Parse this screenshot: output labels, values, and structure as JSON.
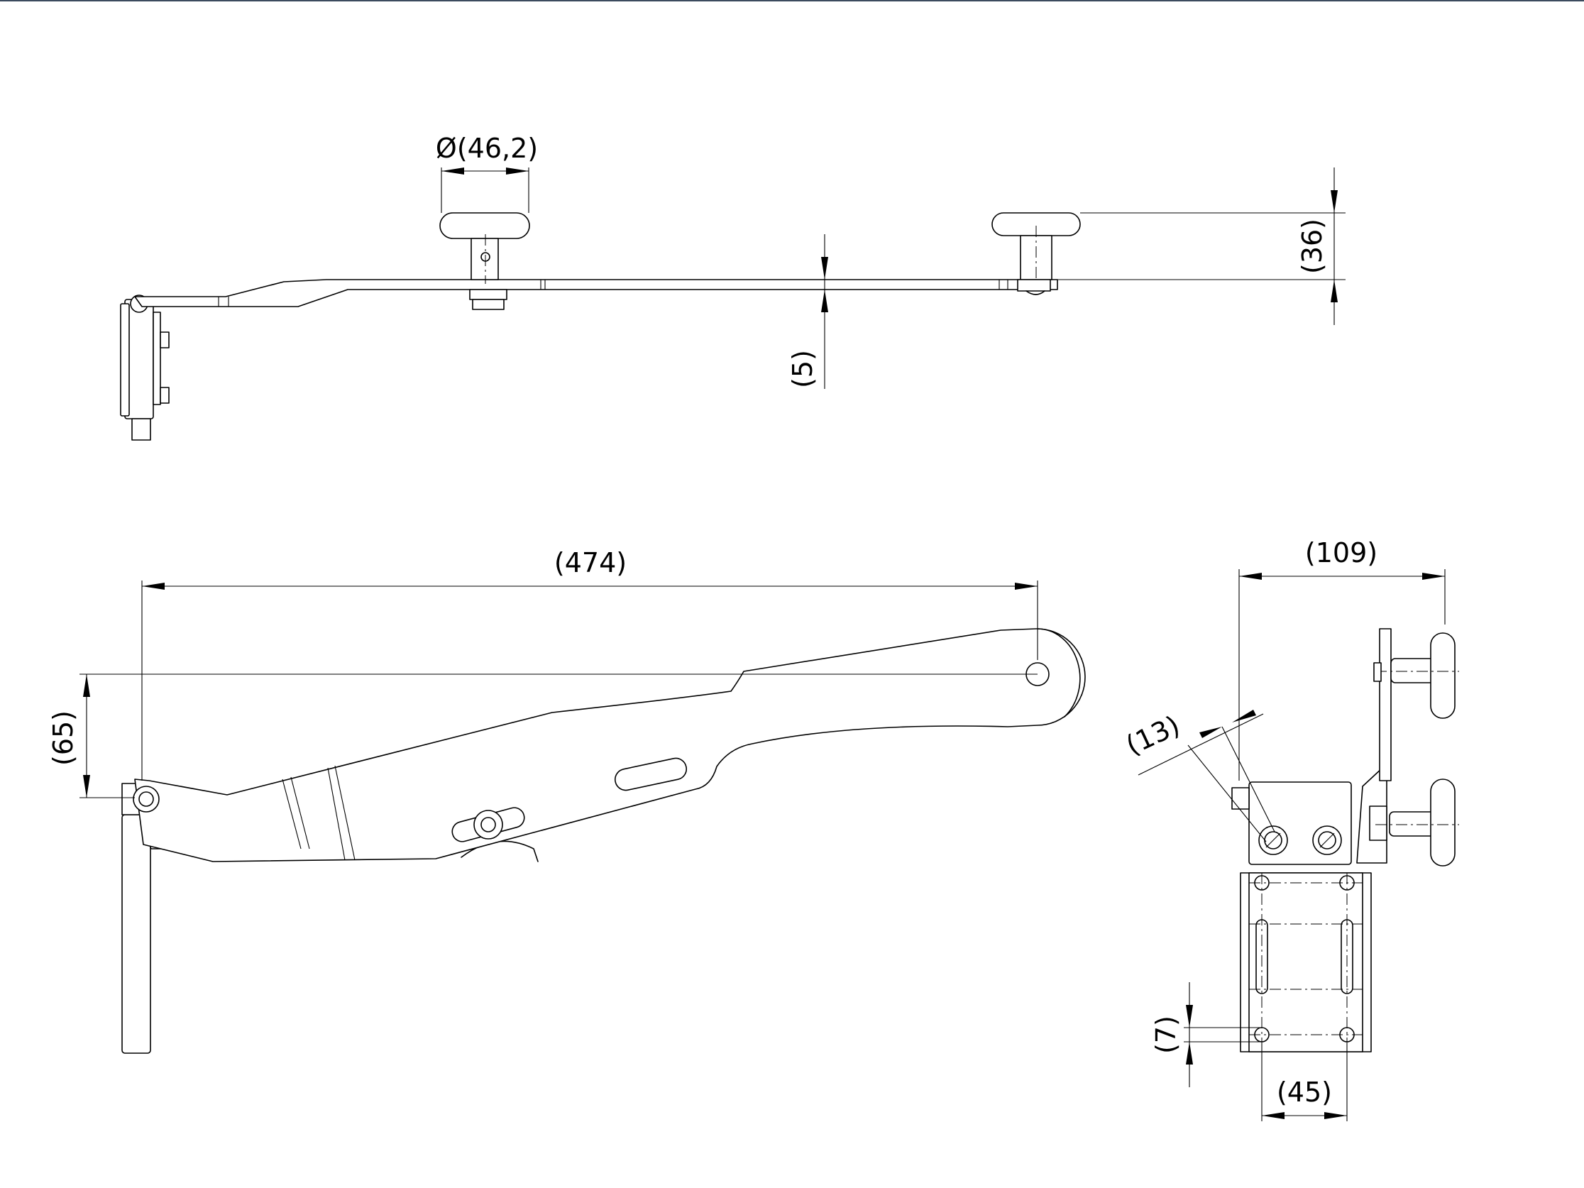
{
  "dimensions": {
    "pin_diameter": "Ø(46,2)",
    "pin_height": "(36)",
    "plate_thickness": "(5)",
    "arm_length": "(474)",
    "arm_offset": "(65)",
    "overall_width": "(109)",
    "hole_offset": "(13)",
    "slot_edge": "(7)",
    "hole_spacing": "(45)"
  }
}
